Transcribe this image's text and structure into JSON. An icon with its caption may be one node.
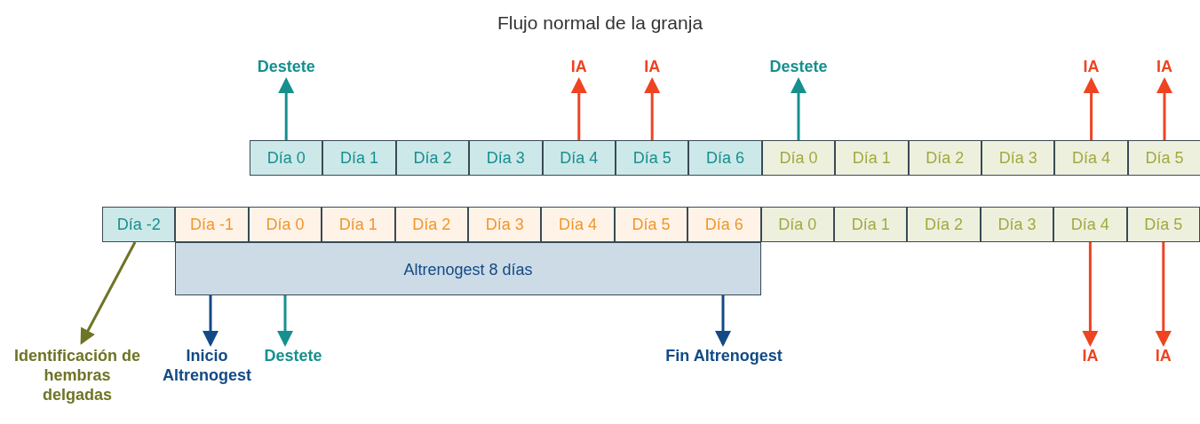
{
  "diagram": {
    "title": "Flujo normal de la granja",
    "nodes": [
      {
        "text": [
          "Destete"
        ]
      },
      {
        "text": [
          "IA"
        ]
      },
      {
        "text": [
          "IA"
        ]
      },
      {
        "text": [
          "Destete"
        ]
      },
      {
        "text": [
          "IA"
        ]
      },
      {
        "text": [
          "IA"
        ]
      },
      {
        "text": [
          "Día 0"
        ]
      },
      {
        "text": [
          "Día 1"
        ]
      },
      {
        "text": [
          "Día 2"
        ]
      },
      {
        "text": [
          "Día 3"
        ]
      },
      {
        "text": [
          "Día 4"
        ]
      },
      {
        "text": [
          "Día 5"
        ]
      },
      {
        "text": [
          "Día 6"
        ]
      },
      {
        "text": [
          "Día 0"
        ]
      },
      {
        "text": [
          "Día 1"
        ]
      },
      {
        "text": [
          "Día 2"
        ]
      },
      {
        "text": [
          "Día 3"
        ]
      },
      {
        "text": [
          "Día 4"
        ]
      },
      {
        "text": [
          "Día 5"
        ]
      },
      {
        "text": [
          "Día -2"
        ]
      },
      {
        "text": [
          "Día -1"
        ]
      },
      {
        "text": [
          "Día 0"
        ]
      },
      {
        "text": [
          "Día 1"
        ]
      },
      {
        "text": [
          "Día 2"
        ]
      },
      {
        "text": [
          "Día 3"
        ]
      },
      {
        "text": [
          "Día 4"
        ]
      },
      {
        "text": [
          "Día 5"
        ]
      },
      {
        "text": [
          "Día 6"
        ]
      },
      {
        "text": [
          "Día 0"
        ]
      },
      {
        "text": [
          "Día 1"
        ]
      },
      {
        "text": [
          "Día 2"
        ]
      },
      {
        "text": [
          "Día 3"
        ]
      },
      {
        "text": [
          "Día 4"
        ]
      },
      {
        "text": [
          "Día 5"
        ]
      },
      {
        "text": [
          "Altrenogest 8 días"
        ]
      },
      {
        "text": [
          "Identificación de hembras delgadas"
        ]
      },
      {
        "text": [
          "Inicio Altrenogest"
        ]
      },
      {
        "text": [
          "Destete"
        ]
      },
      {
        "text": [
          "Fin Altrenogest"
        ]
      },
      {
        "text": [
          "IA"
        ]
      },
      {
        "text": [
          "IA"
        ]
      }
    ],
    "edges": [
      {
        "from": 6,
        "to": 0,
        "arrow": "to",
        "color": "#168f8f"
      },
      {
        "from": 10,
        "to": 1,
        "arrow": "to"
      },
      {
        "from": 11,
        "to": 2,
        "arrow": "to"
      },
      {
        "from": 13,
        "to": 3,
        "arrow": "to",
        "color": "#168f8f"
      },
      {
        "from": 17,
        "to": 4,
        "arrow": "to"
      },
      {
        "from": 18,
        "to": 5,
        "arrow": "to"
      },
      {
        "from": 19,
        "to": 35,
        "arrow": "to",
        "color": "#6e7425"
      },
      {
        "from": 34,
        "to": 36,
        "arrow": "to",
        "color": "#124a85"
      },
      {
        "from": 34,
        "to": 37,
        "arrow": "to",
        "color": "#168f8f"
      },
      {
        "from": 34,
        "to": 38,
        "arrow": "to",
        "color": "#124a85"
      },
      {
        "from": 32,
        "to": 39,
        "arrow": "to"
      },
      {
        "from": 33,
        "to": 40,
        "arrow": "to"
      }
    ]
  }
}
